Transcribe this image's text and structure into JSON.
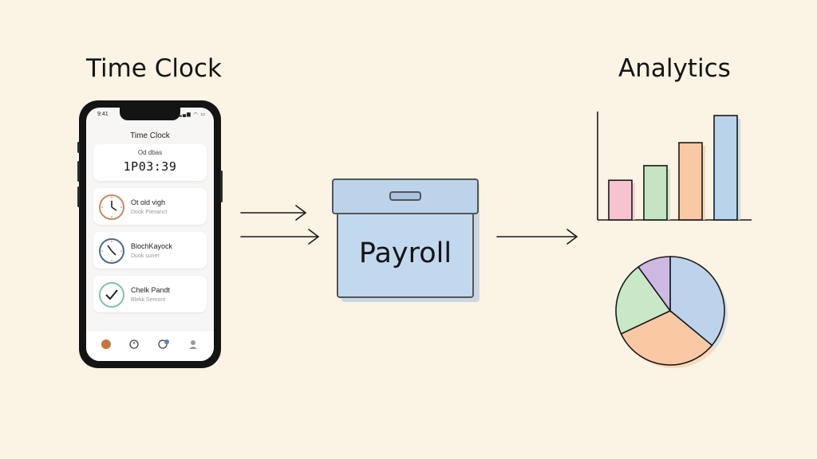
{
  "diagram": {
    "left_title": "Time Clock",
    "right_title": "Analytics",
    "center_label": "Payroll"
  },
  "phone": {
    "status_time": "9:41",
    "status_icons": "▂▄▆ ◠ ▭",
    "app_title": "Time Clock",
    "clock_card": {
      "label": "Od dbas",
      "value": "1P03:39"
    },
    "entries": [
      {
        "title": "Ot old vigh",
        "subtitle": "Dook Pienanct",
        "icon": "clock-icon",
        "color": "#c98a5c"
      },
      {
        "title": "BlochKayock",
        "subtitle": "Dook sunet",
        "icon": "clock-icon",
        "color": "#4d6b8a"
      },
      {
        "title": "Chelk Pandt",
        "subtitle": "Blekk Semont",
        "icon": "check-icon",
        "color": "#7fc3a8"
      }
    ],
    "tabs": [
      "home-tab-icon",
      "clock-tab-icon",
      "team-tab-icon",
      "profile-tab-icon"
    ]
  },
  "chart_data": [
    {
      "type": "bar",
      "categories": [
        "",
        "",
        "",
        ""
      ],
      "values": [
        38,
        52,
        74,
        100
      ],
      "colors": [
        "#f6c3cf",
        "#c4e4c3",
        "#f9c9a3",
        "#b9d3ec"
      ],
      "title": "",
      "xlabel": "",
      "ylabel": ""
    },
    {
      "type": "pie",
      "values": [
        36,
        32,
        22,
        10
      ],
      "colors": [
        "#bcd3ec",
        "#f9c9a3",
        "#c9e8c7",
        "#cdb9e2"
      ],
      "title": ""
    }
  ],
  "colors": {
    "background": "#fbf3e3",
    "line": "#1a1a1a"
  }
}
